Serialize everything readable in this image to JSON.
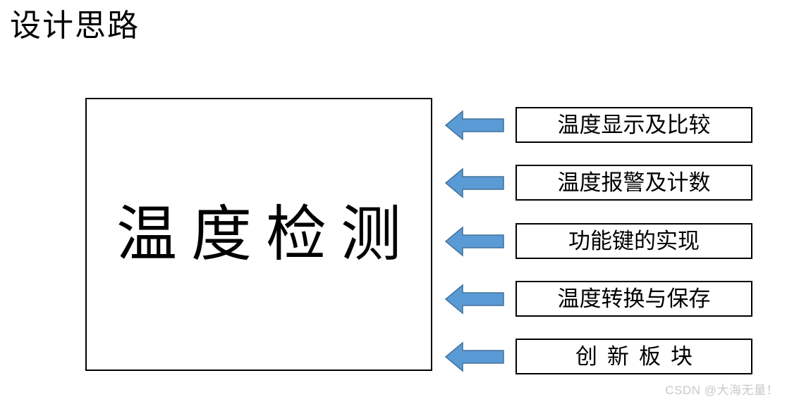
{
  "slide": {
    "title": "设计思路",
    "background_color": "#ffffff"
  },
  "main_box": {
    "label": "温度检测",
    "border_color": "#000000",
    "fill_color": "#ffffff"
  },
  "arrow": {
    "icon": "arrow-left-icon",
    "fill_color": "#5B9BD5",
    "stroke_color": "#41719C",
    "direction": "left"
  },
  "features": [
    {
      "label": "温度显示及比较",
      "spaced": false
    },
    {
      "label": "温度报警及计数",
      "spaced": false
    },
    {
      "label": "功能键的实现",
      "spaced": false
    },
    {
      "label": "温度转换与保存",
      "spaced": false
    },
    {
      "label": "创新板块",
      "spaced": true
    }
  ],
  "watermark": {
    "text": "CSDN @大海无量！",
    "color": "#c9c9c9"
  }
}
